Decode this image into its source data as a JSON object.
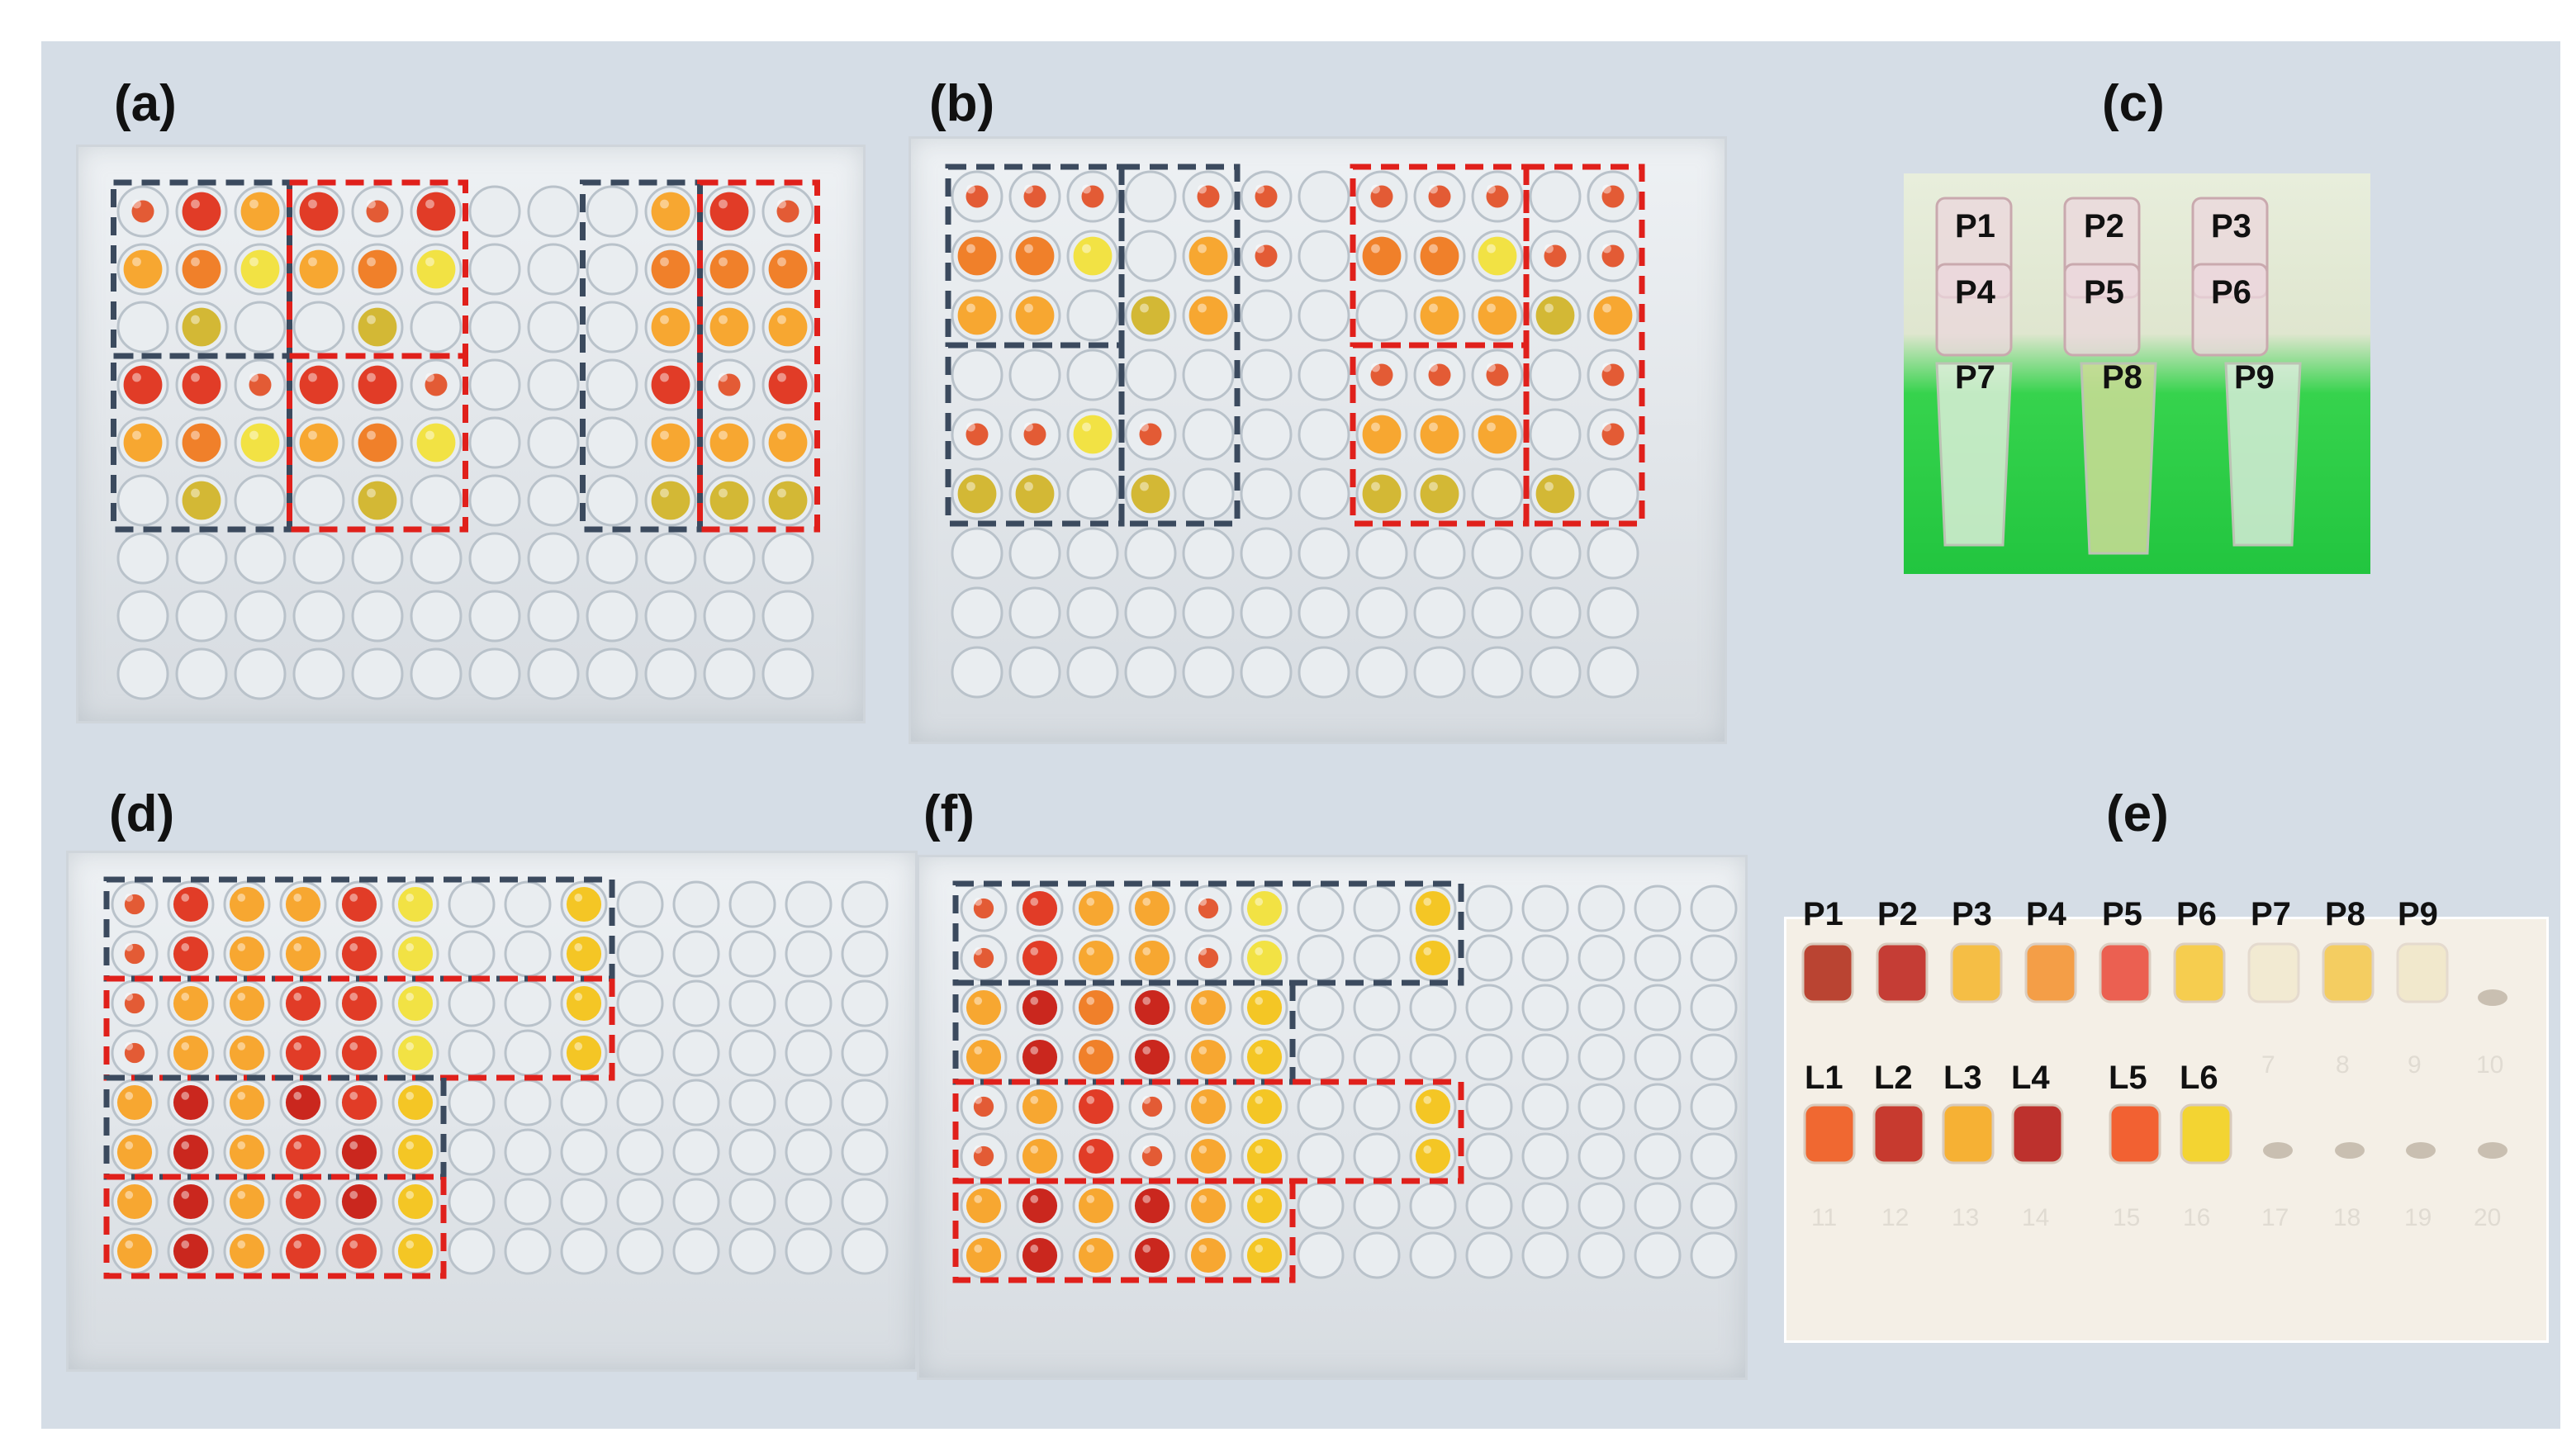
{
  "panels": {
    "a": {
      "label": "(a)"
    },
    "b": {
      "label": "(b)"
    },
    "c": {
      "label": "(c)",
      "tubes": [
        "P1",
        "P2",
        "P3",
        "P4",
        "P5",
        "P6",
        "P7",
        "P8",
        "P9"
      ]
    },
    "d": {
      "label": "(d)"
    },
    "f": {
      "label": "(f)"
    },
    "e": {
      "label": "(e)",
      "top_tubes": [
        "P1",
        "P2",
        "P3",
        "P4",
        "P5",
        "P6",
        "P7",
        "P8",
        "P9"
      ],
      "bottom_tubes": [
        "L1",
        "L2",
        "L3",
        "L4",
        "L5",
        "L6"
      ],
      "rack_numbers_top": [
        "7",
        "8",
        "9",
        "10"
      ],
      "rack_numbers_bottom": [
        "11",
        "12",
        "13",
        "14",
        "15",
        "16",
        "17",
        "18",
        "19",
        "20"
      ]
    }
  },
  "colors": {
    "background": "#d5dde6",
    "box_blue": "#3b4a5e",
    "box_red": "#e0201b",
    "rack_green": "#2fd14a",
    "rack_white": "#f4efe6"
  }
}
